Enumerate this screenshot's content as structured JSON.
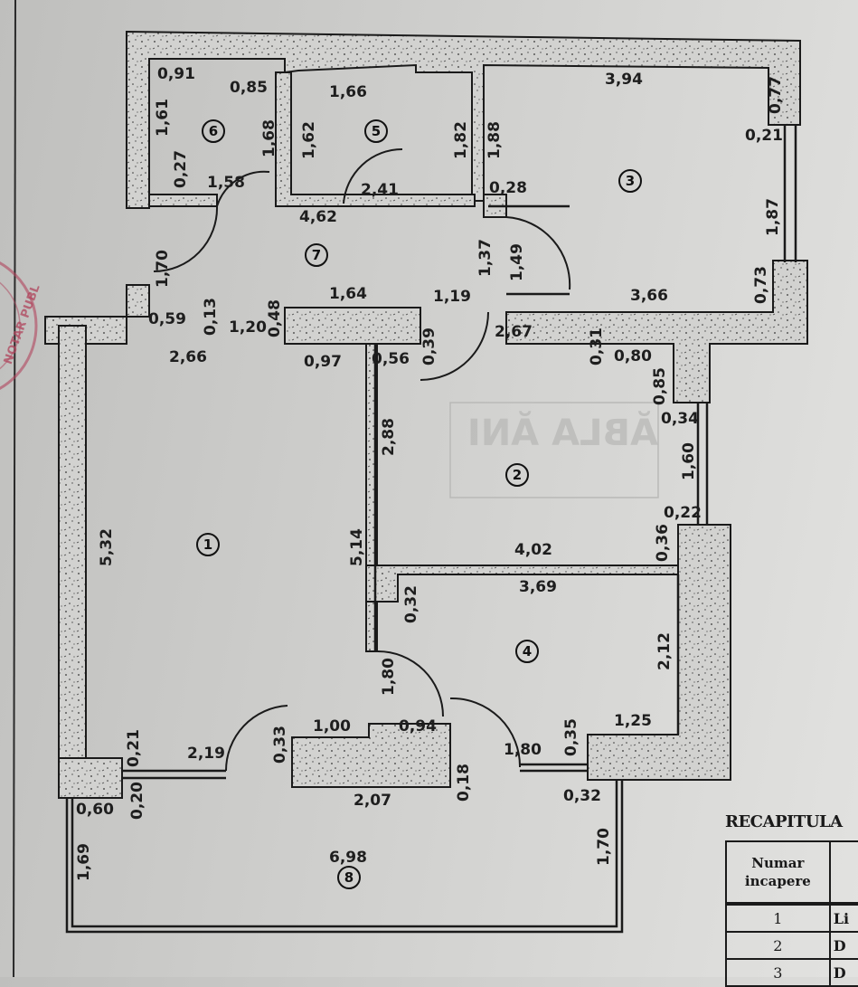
{
  "dims": [
    "0,91",
    "0,85",
    "1,66",
    "3,94",
    "0,21",
    "1,58",
    "2,41",
    "0,28",
    "4,62",
    "1,64",
    "1,19",
    "3,66",
    "0,59",
    "1,20",
    "2,67",
    "2,66",
    "0,97",
    "0,56",
    "0,80",
    "0,34",
    "0,22",
    "4,02",
    "3,69",
    "1,00",
    "0,94",
    "1,25",
    "2,19",
    "1,80",
    "2,07",
    "0,32",
    "0,60",
    "6,98",
    "1,61",
    "0,27",
    "1,68",
    "1,62",
    "1,82",
    "1,88",
    "0,77",
    "1,87",
    "1,70",
    "1,37",
    "1,49",
    "0,73",
    "0,13",
    "0,48",
    "0,39",
    "0,31",
    "0,85",
    "2,88",
    "1,60",
    "5,32",
    "5,14",
    "0,36",
    "0,32",
    "2,12",
    "1,80",
    "0,33",
    "0,21",
    "0,35",
    "0,20",
    "0,18",
    "1,69",
    "1,70"
  ],
  "rooms": [
    "1",
    "2",
    "3",
    "4",
    "5",
    "6",
    "7",
    "8"
  ],
  "watermark": "ĂBLA ĂNI",
  "stamp": "NOTAR PUBL",
  "recap": {
    "title": "RECAPITULA",
    "header": [
      "Numar incapere",
      ""
    ],
    "rows": [
      [
        "1",
        "Li"
      ],
      [
        "2",
        "D"
      ],
      [
        "3",
        "D"
      ]
    ]
  },
  "colors": {
    "paper": "#cdcdcb",
    "ink": "#1a1a1a",
    "stamp": "#b0455d"
  }
}
